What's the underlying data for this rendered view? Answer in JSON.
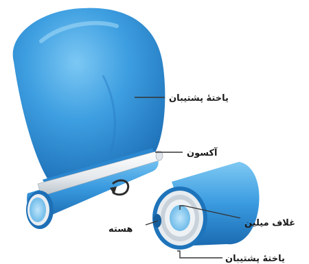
{
  "labels": {
    "support_cell_top": "یاختهٔ پشتیبان",
    "axon": "آکسون",
    "myelin_sheath": "غلاف میلین",
    "nucleus": "هسته",
    "support_cell_bottom": "یاختهٔ پشتیبان"
  },
  "colors": {
    "cell_blue": "#2f8fd6",
    "cell_blue_light": "#6fc0f2",
    "cell_blue_dark": "#1a6db3",
    "leader_line": "#333333"
  }
}
